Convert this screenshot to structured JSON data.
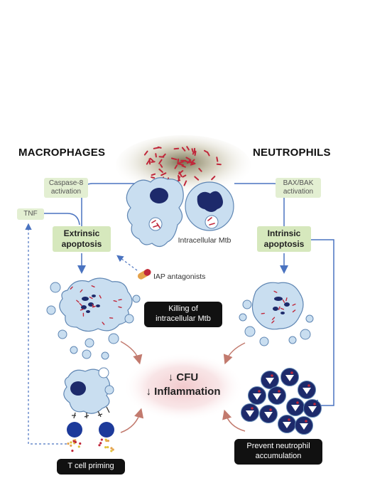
{
  "headers": {
    "macrophages": "MACROPHAGES",
    "neutrophils": "NEUTROPHILS"
  },
  "labels": {
    "caspase8": "Caspase-8 activation",
    "bax_bak": "BAX/BAK activation",
    "tnf": "TNF",
    "extrinsic": "Extrinsic apoptosis",
    "intrinsic": "Intrinsic apoptosis",
    "intracellular_mtb": "Intracellular Mtb",
    "iap": "IAP antagonists",
    "killing": "Killing of intracellular Mtb",
    "cfu": "↓ CFU",
    "inflammation": "↓ Inflammation",
    "prevent": "Prevent neutrophil accumulation",
    "tcell": "T cell priming"
  },
  "colors": {
    "arrow_blue": "#4a73c0",
    "arrow_red": "#c27a6e",
    "cell_fill": "#c9def0",
    "cell_stroke": "#5f86b3",
    "nucleus": "#1d2a6b",
    "bacteria": "#c0273a",
    "green_box": "#e3efd2",
    "apoptosis_box": "#d6e8bd",
    "black_box": "#111111",
    "center_glow": "#e9a3a8"
  }
}
